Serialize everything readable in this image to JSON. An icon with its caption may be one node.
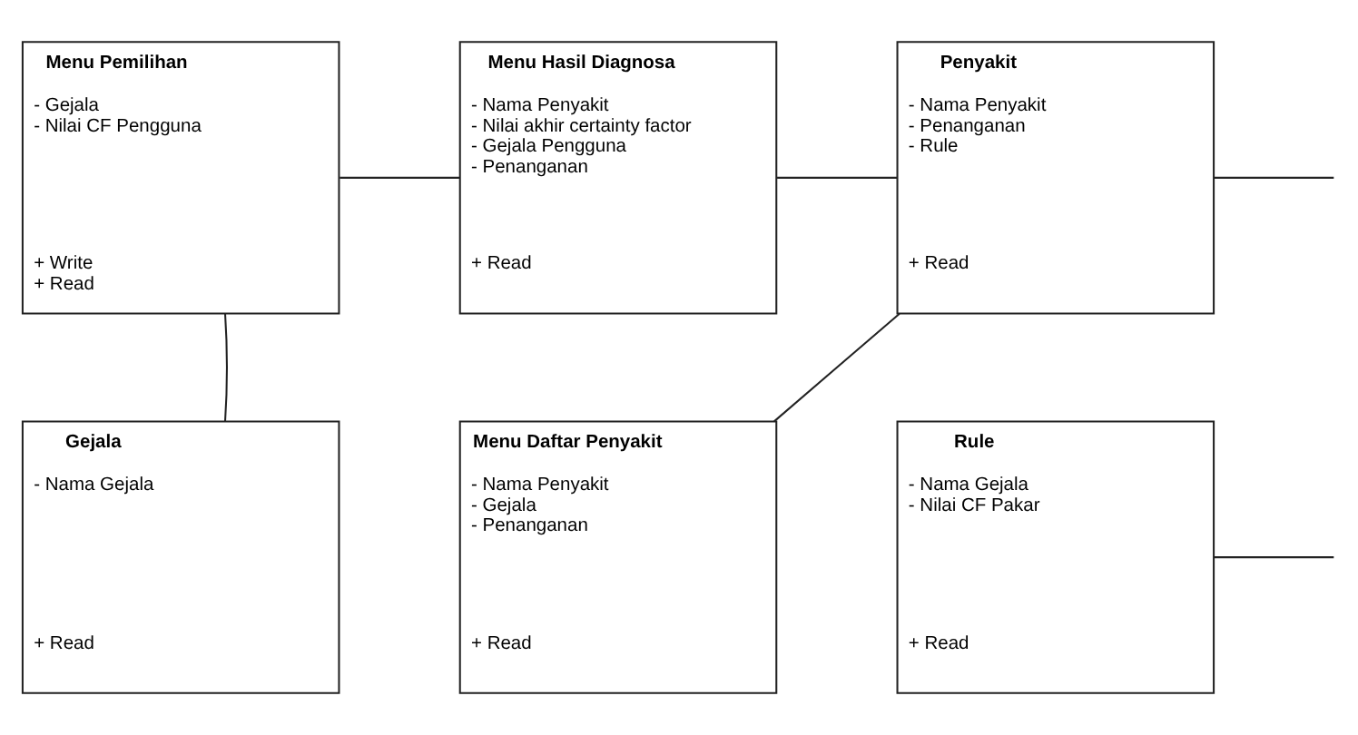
{
  "diagram": {
    "nodes": [
      {
        "text": [
          "Menu Pemilihan",
          "- Gejala",
          "- Nilai CF Pengguna",
          "+ Write",
          "+ Read"
        ]
      },
      {
        "text": [
          "Menu Hasil Diagnosa",
          "- Nama Penyakit",
          "- Nilai akhir certainty factor",
          "- Gejala Pengguna",
          "- Penanganan",
          "+ Read"
        ]
      },
      {
        "text": [
          "Penyakit",
          "- Nama Penyakit",
          "- Penanganan",
          "- Rule",
          "+ Read"
        ]
      },
      {
        "text": [
          "Gejala",
          "- Nama Gejala",
          "+ Read"
        ]
      },
      {
        "text": [
          "Menu Daftar Penyakit",
          "- Nama Penyakit",
          "- Gejala",
          "- Penanganan",
          "+ Read"
        ]
      },
      {
        "text": [
          "Rule",
          "- Nama Gejala",
          "- Nilai CF Pakar",
          "+ Read"
        ]
      }
    ],
    "edges": [
      {
        "from": 0,
        "to": 1,
        "arrow": "none"
      },
      {
        "from": 0,
        "to": 3,
        "arrow": "none"
      },
      {
        "from": 1,
        "to": 2,
        "arrow": "none"
      },
      {
        "from": 2,
        "to": 4,
        "arrow": "none"
      },
      {
        "from": 2,
        "to": null,
        "arrow": "none"
      },
      {
        "from": 5,
        "to": null,
        "arrow": "none"
      }
    ]
  }
}
